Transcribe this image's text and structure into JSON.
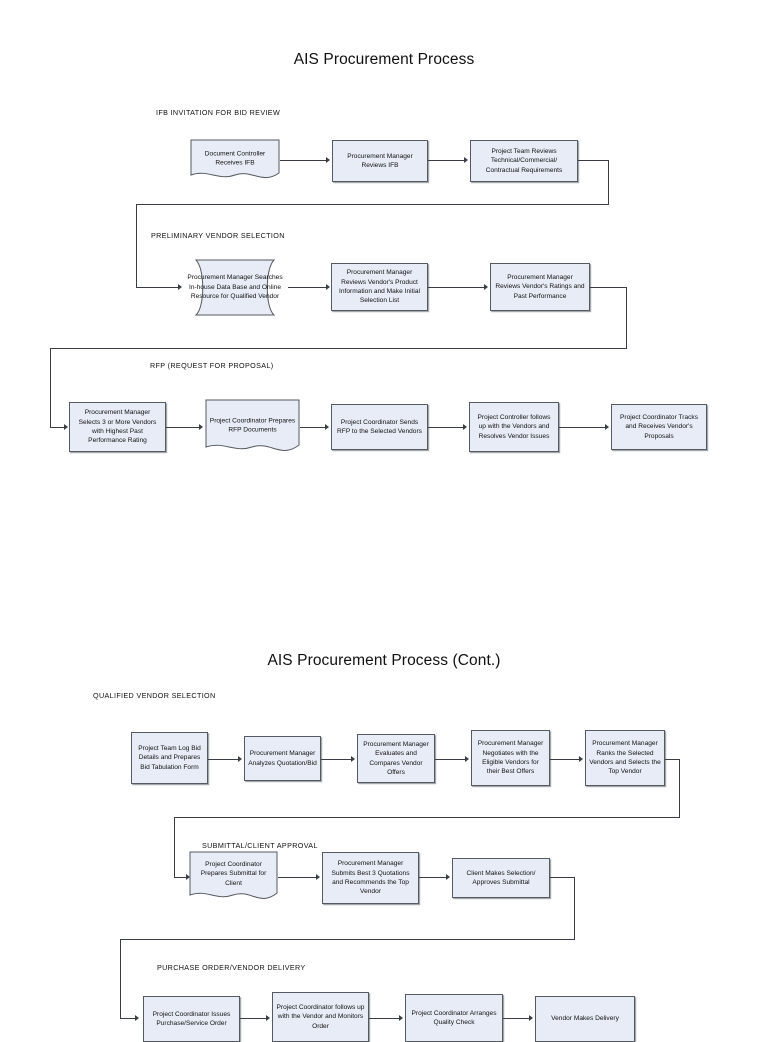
{
  "page": {
    "title_1": "AIS Procurement Process",
    "title_2": "AIS Procurement Process (Cont.)",
    "box_fill": "#e7ecf6",
    "box_border": "#555a60",
    "connector_color": "#3a3e44"
  },
  "sections": [
    {
      "key": "ifb",
      "label": "IFB INVITATION FOR BID REVIEW",
      "nodes": [
        {
          "shape": "document",
          "text": "Document Controller Receives IFB"
        },
        {
          "shape": "rect",
          "text": "Procurement Manager Reviews IFB"
        },
        {
          "shape": "rect",
          "text": "Project Team Reviews Technical/Commercial/ Contractual Requirements"
        }
      ]
    },
    {
      "key": "preliminary",
      "label": "PRELIMINARY VENDOR SELECTION",
      "nodes": [
        {
          "shape": "tape",
          "text": "Procurement Manager Searches In-house Data Base and Online Resource for Qualified Vendor"
        },
        {
          "shape": "rect",
          "text": "Procurement Manager Reviews Vendor's Product Information and Make Initial Selection List"
        },
        {
          "shape": "rect",
          "text": "Procurement Manager Reviews Vendor's Ratings and Past Performance"
        }
      ]
    },
    {
      "key": "rfp",
      "label": "RFP (REQUEST FOR PROPOSAL)",
      "nodes": [
        {
          "shape": "rect",
          "text": "Procurement Manager Selects 3 or More Vendors with Highest Past Performance Rating"
        },
        {
          "shape": "document",
          "text": "Project Coordinator Prepares RFP Documents"
        },
        {
          "shape": "rect",
          "text": "Project Coordinator Sends RFP to the Selected Vendors"
        },
        {
          "shape": "rect",
          "text": "Project Controller follows up with the Vendors and Resolves Vendor Issues"
        },
        {
          "shape": "rect",
          "text": "Project Coordinator Tracks and Receives Vendor's Proposals"
        }
      ]
    },
    {
      "key": "qualified",
      "label": "QUALIFIED VENDOR SELECTION",
      "nodes": [
        {
          "shape": "rect",
          "text": "Project Team Log Bid Details and Prepares Bid Tabulation Form"
        },
        {
          "shape": "rect",
          "text": "Procurement Manager Analyzes Quotation/Bid"
        },
        {
          "shape": "rect",
          "text": "Procurement Manager Evaluates and Compares Vendor Offers"
        },
        {
          "shape": "rect",
          "text": "Procurement Manager Negotiates with the Eligible Vendors for their Best Offers"
        },
        {
          "shape": "rect",
          "text": "Procurement Manager Ranks the Selected Vendors and Selects the Top Vendor"
        }
      ]
    },
    {
      "key": "submittal",
      "label": "SUBMITTAL/CLIENT APPROVAL",
      "nodes": [
        {
          "shape": "document",
          "text": "Project Coordinator Prepares Submittal for Client"
        },
        {
          "shape": "rect",
          "text": "Procurement Manager Submits Best 3 Quotations and Recommends the Top Vendor"
        },
        {
          "shape": "rect",
          "text": "Client Makes Selection/ Approves Submittal"
        }
      ]
    },
    {
      "key": "purchase",
      "label": "PURCHASE ORDER/VENDOR DELIVERY",
      "nodes": [
        {
          "shape": "rect",
          "text": "Project Coordinator Issues Purchase/Service Order"
        },
        {
          "shape": "rect",
          "text": "Project Coordinator follows up with the Vendor and Monitors Order"
        },
        {
          "shape": "rect",
          "text": "Project Coordinator Arranges Quality Check"
        },
        {
          "shape": "rect",
          "text": "Vendor Makes Delivery"
        }
      ]
    }
  ]
}
